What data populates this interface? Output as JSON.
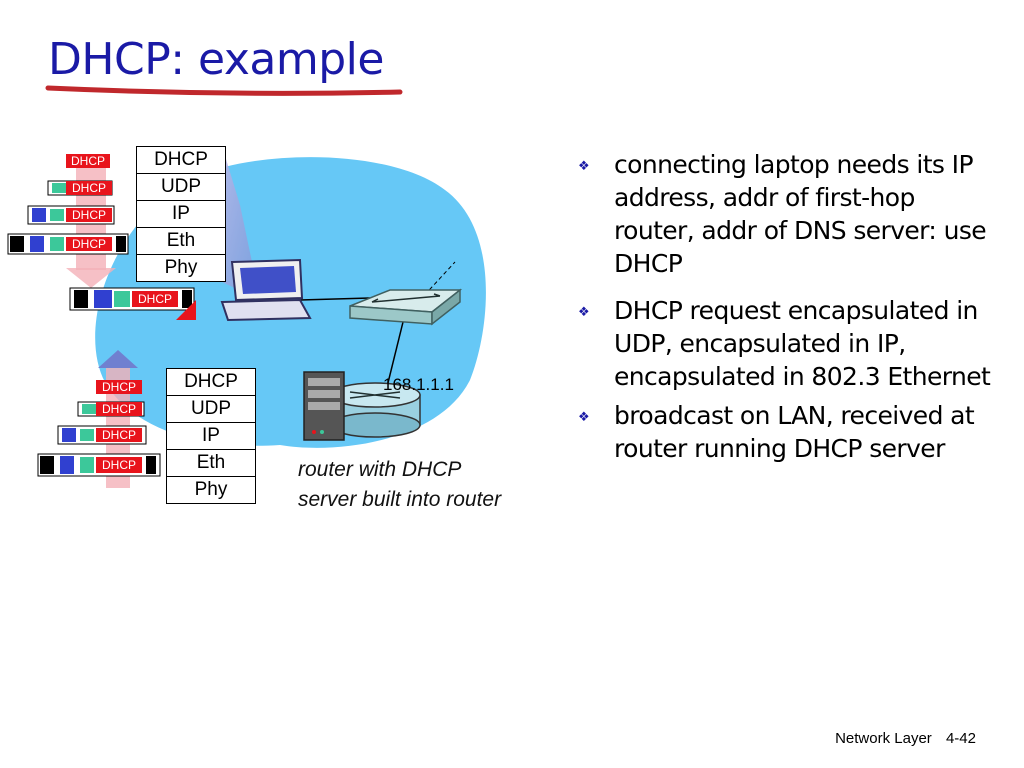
{
  "slide": {
    "title": "DHCP: example",
    "footer_section": "Network Layer",
    "footer_page": "4-42"
  },
  "diagram": {
    "top_stack": [
      "DHCP",
      "UDP",
      "IP",
      "Eth",
      "Phy"
    ],
    "bottom_stack": [
      "DHCP",
      "UDP",
      "IP",
      "Eth",
      "Phy"
    ],
    "packet_label": "DHCP",
    "router_ip": "168.1.1.1",
    "router_caption": "router with DHCP server built into router"
  },
  "bullets": [
    "connecting laptop needs its IP address, addr of first-hop router, addr of DNS server: use DHCP",
    "DHCP request encapsulated in UDP, encapsulated in IP, encapsulated in 802.3 Ethernet",
    "broadcast on LAN, received at router running DHCP server"
  ],
  "colors": {
    "title": "#1a1aa6",
    "underline": "#c0282c",
    "network_cloud": "#66c8f6",
    "dhcp_tag": "#e8141c",
    "packet_green": "#3cc89a",
    "packet_blue": "#3040d0"
  },
  "icons": {
    "bullet": "diamond-bullet-icon",
    "laptop": "laptop-icon",
    "switch": "switch-icon",
    "router": "router-icon",
    "server": "server-icon"
  }
}
